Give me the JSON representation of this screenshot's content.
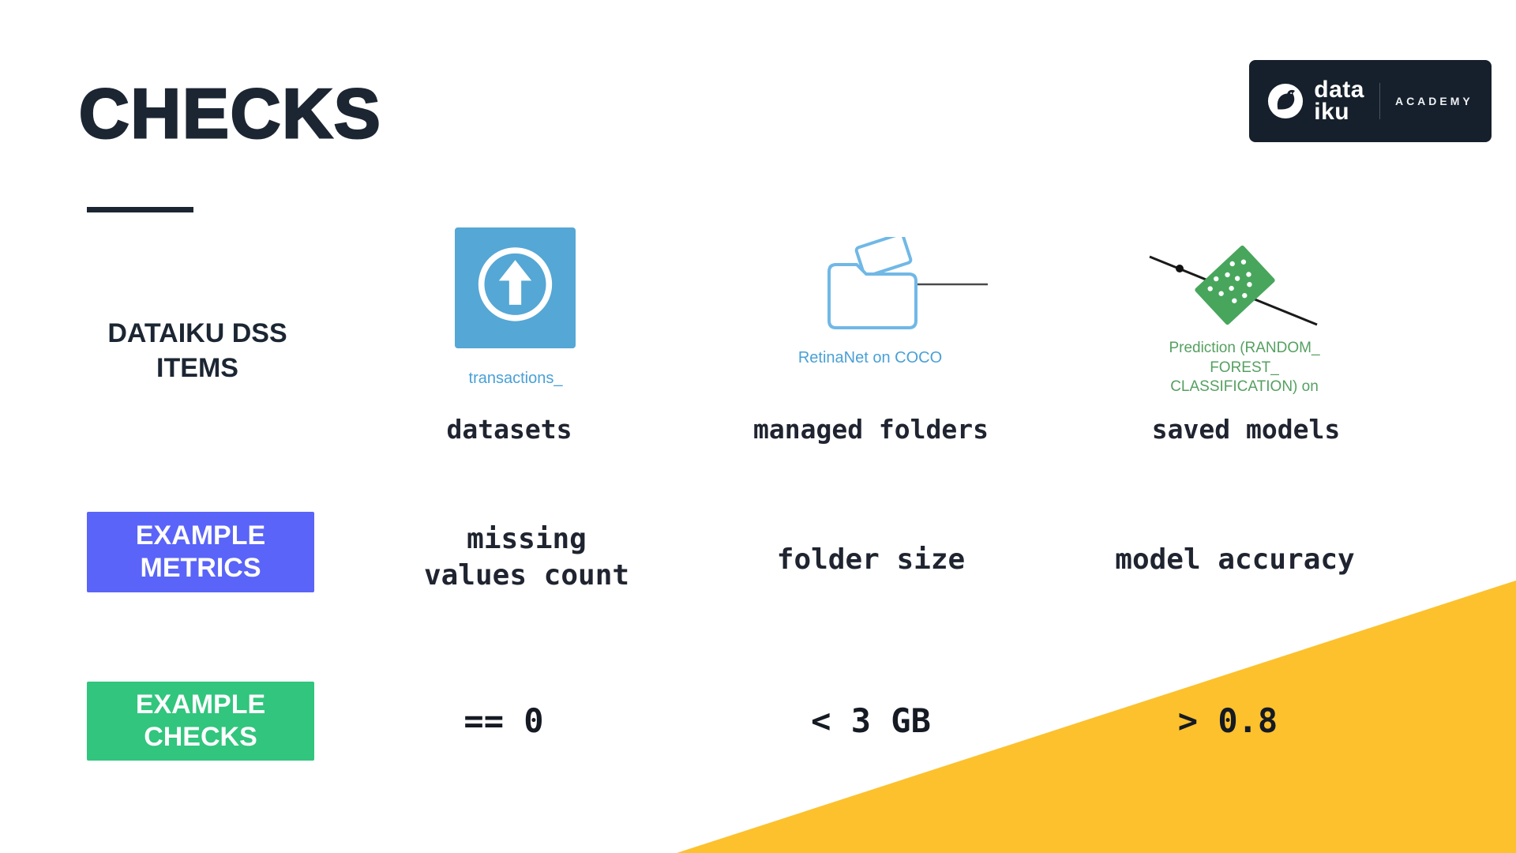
{
  "slide": {
    "title": "CHECKS",
    "logo": {
      "brand_top": "data",
      "brand_bottom": "iku",
      "academy": "ACADEMY"
    },
    "row_labels": {
      "items": "DATAIKU DSS ITEMS",
      "metrics": "EXAMPLE METRICS",
      "checks": "EXAMPLE CHECKS"
    },
    "columns": [
      {
        "icon": "dataset-upload-icon",
        "icon_caption": "transactions_",
        "item_label": "datasets",
        "metric": "missing values count",
        "check": "== 0"
      },
      {
        "icon": "managed-folder-icon",
        "icon_caption": "RetinaNet on COCO",
        "item_label": "managed folders",
        "metric": "folder size",
        "check": "< 3 GB"
      },
      {
        "icon": "saved-model-icon",
        "icon_caption": "Prediction (RANDOM_ FOREST_ CLASSIFICATION) on",
        "item_label": "saved models",
        "metric": "model accuracy",
        "check": "> 0.8"
      }
    ],
    "colors": {
      "title_text": "#1c2633",
      "metrics_badge": "#5a64f8",
      "checks_badge": "#31c57d",
      "accent_triangle": "#fcc12d",
      "dataset_icon_bg": "#55a7d5",
      "folder_icon_stroke": "#70b8e6",
      "model_icon_fill": "#47a65c",
      "icon_caption_blue": "#4aa0d6",
      "icon_caption_green": "#55a061",
      "logo_bg": "#16202c"
    }
  }
}
